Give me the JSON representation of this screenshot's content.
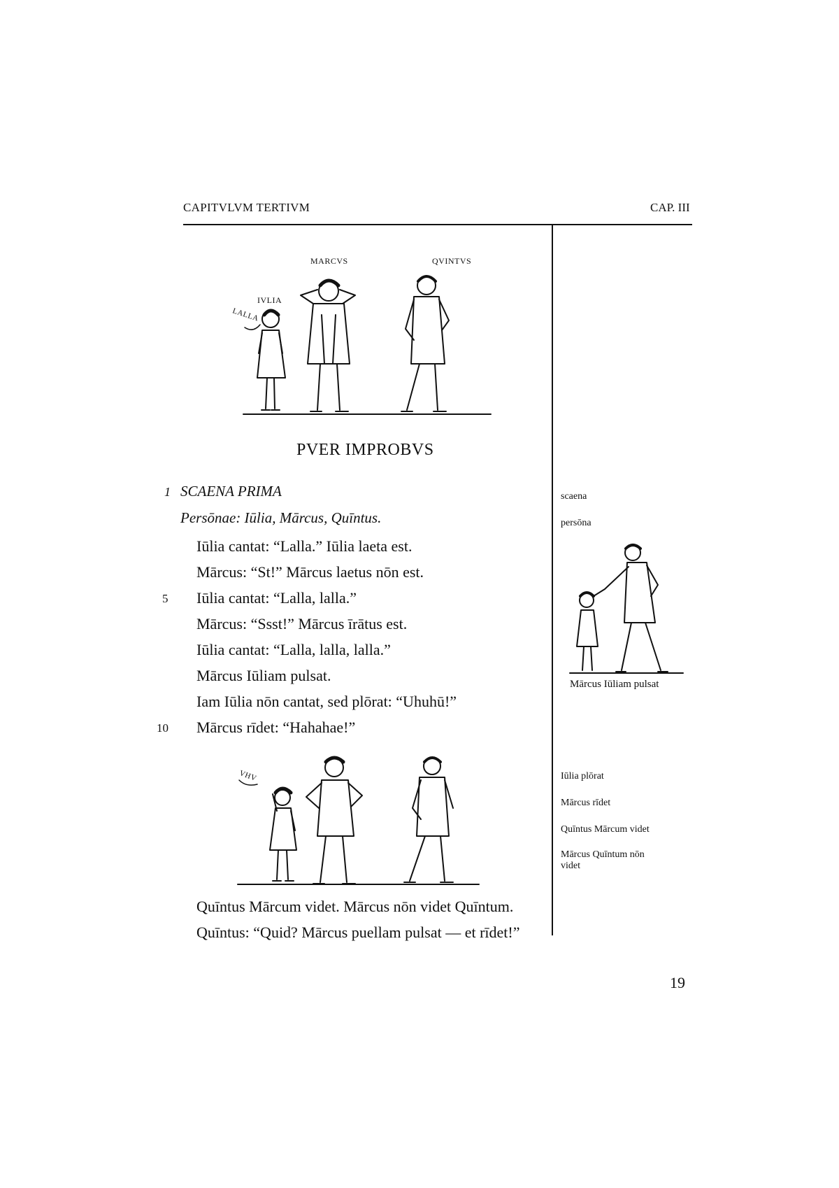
{
  "header": {
    "chapter_title": "CAPITVLVM TERTIVM",
    "chapter_short": "CAP. III"
  },
  "figure_top": {
    "labels": {
      "iulia": "IVLIA",
      "marcus": "MARCVS",
      "quintus": "QVINTVS",
      "song": "LALLA"
    }
  },
  "title": "PVER IMPROBVS",
  "scene": {
    "number": "1",
    "title": "SCAENA PRIMA",
    "personae": "Persōnae: Iūlia, Mārcus, Quīntus."
  },
  "lines": [
    {
      "no": "",
      "text": "Iūlia cantat: “Lalla.” Iūlia laeta est."
    },
    {
      "no": "",
      "text": "Mārcus: “St!” Mārcus laetus nōn est."
    },
    {
      "no": "5",
      "text": "Iūlia cantat: “Lalla, lalla.”"
    },
    {
      "no": "",
      "text": "Mārcus: “Ssst!” Mārcus īrātus est."
    },
    {
      "no": "",
      "text": "Iūlia cantat: “Lalla, lalla, lalla.”"
    },
    {
      "no": "",
      "text": "Mārcus Iūliam pulsat."
    },
    {
      "no": "",
      "text": "Iam Iūlia nōn cantat, sed plōrat: “Uhuhū!”"
    },
    {
      "no": "10",
      "text": "Mārcus rīdet: “Hahahae!”"
    }
  ],
  "figure_middle": {
    "labels": {
      "cry": "VHV"
    }
  },
  "lines_after": [
    {
      "text": "Quīntus Mārcum videt. Mārcus nōn videt Quīntum."
    },
    {
      "text": "Quīntus: “Quid? Mārcus puellam pulsat — et rīdet!”"
    }
  ],
  "margin": {
    "notes_top": [
      "scaena",
      "persōna"
    ],
    "figure_caption": "Mārcus Iūliam pulsat",
    "notes_bottom": [
      "Iūlia plōrat",
      "Mārcus rīdet",
      "Quīntus Mārcum videt",
      "Mārcus Quīntum nōn videt"
    ]
  },
  "page_number": "19"
}
